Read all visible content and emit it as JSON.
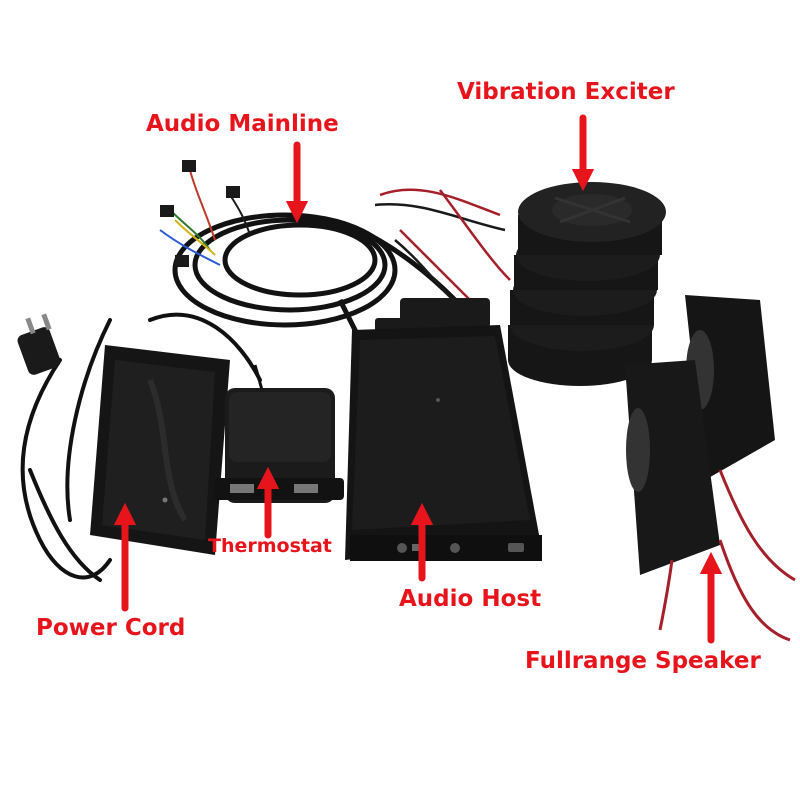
{
  "labels": {
    "audio_mainline": "Audio Mainline",
    "vibration_exciter": "Vibration Exciter",
    "thermostat": "Thermostat",
    "audio_host": "Audio Host",
    "power_cord": "Power Cord",
    "fullrange_speaker": "Fullrange Speaker"
  },
  "colors": {
    "label": "#e8141b",
    "arrow": "#e8141b",
    "device": "#151515",
    "background": "#ffffff"
  }
}
